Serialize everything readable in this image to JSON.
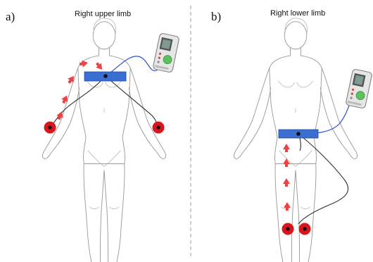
{
  "panels": [
    {
      "letter": "a)",
      "title": "Right upper limb"
    },
    {
      "letter": "b)",
      "title": "Right lower limb"
    }
  ],
  "colors": {
    "belt": "#3a6ed0",
    "electrode": "#d9161d",
    "arrow": "#ee4242",
    "lead_wire": "#2a53c9",
    "device_screen": "#5a5a5a",
    "device_button": "#5cc25c",
    "divider": "#9a9a9a"
  },
  "icons": [
    "stimulator-device-icon",
    "electrode-icon",
    "flow-arrow-icon",
    "waist-belt-icon"
  ]
}
